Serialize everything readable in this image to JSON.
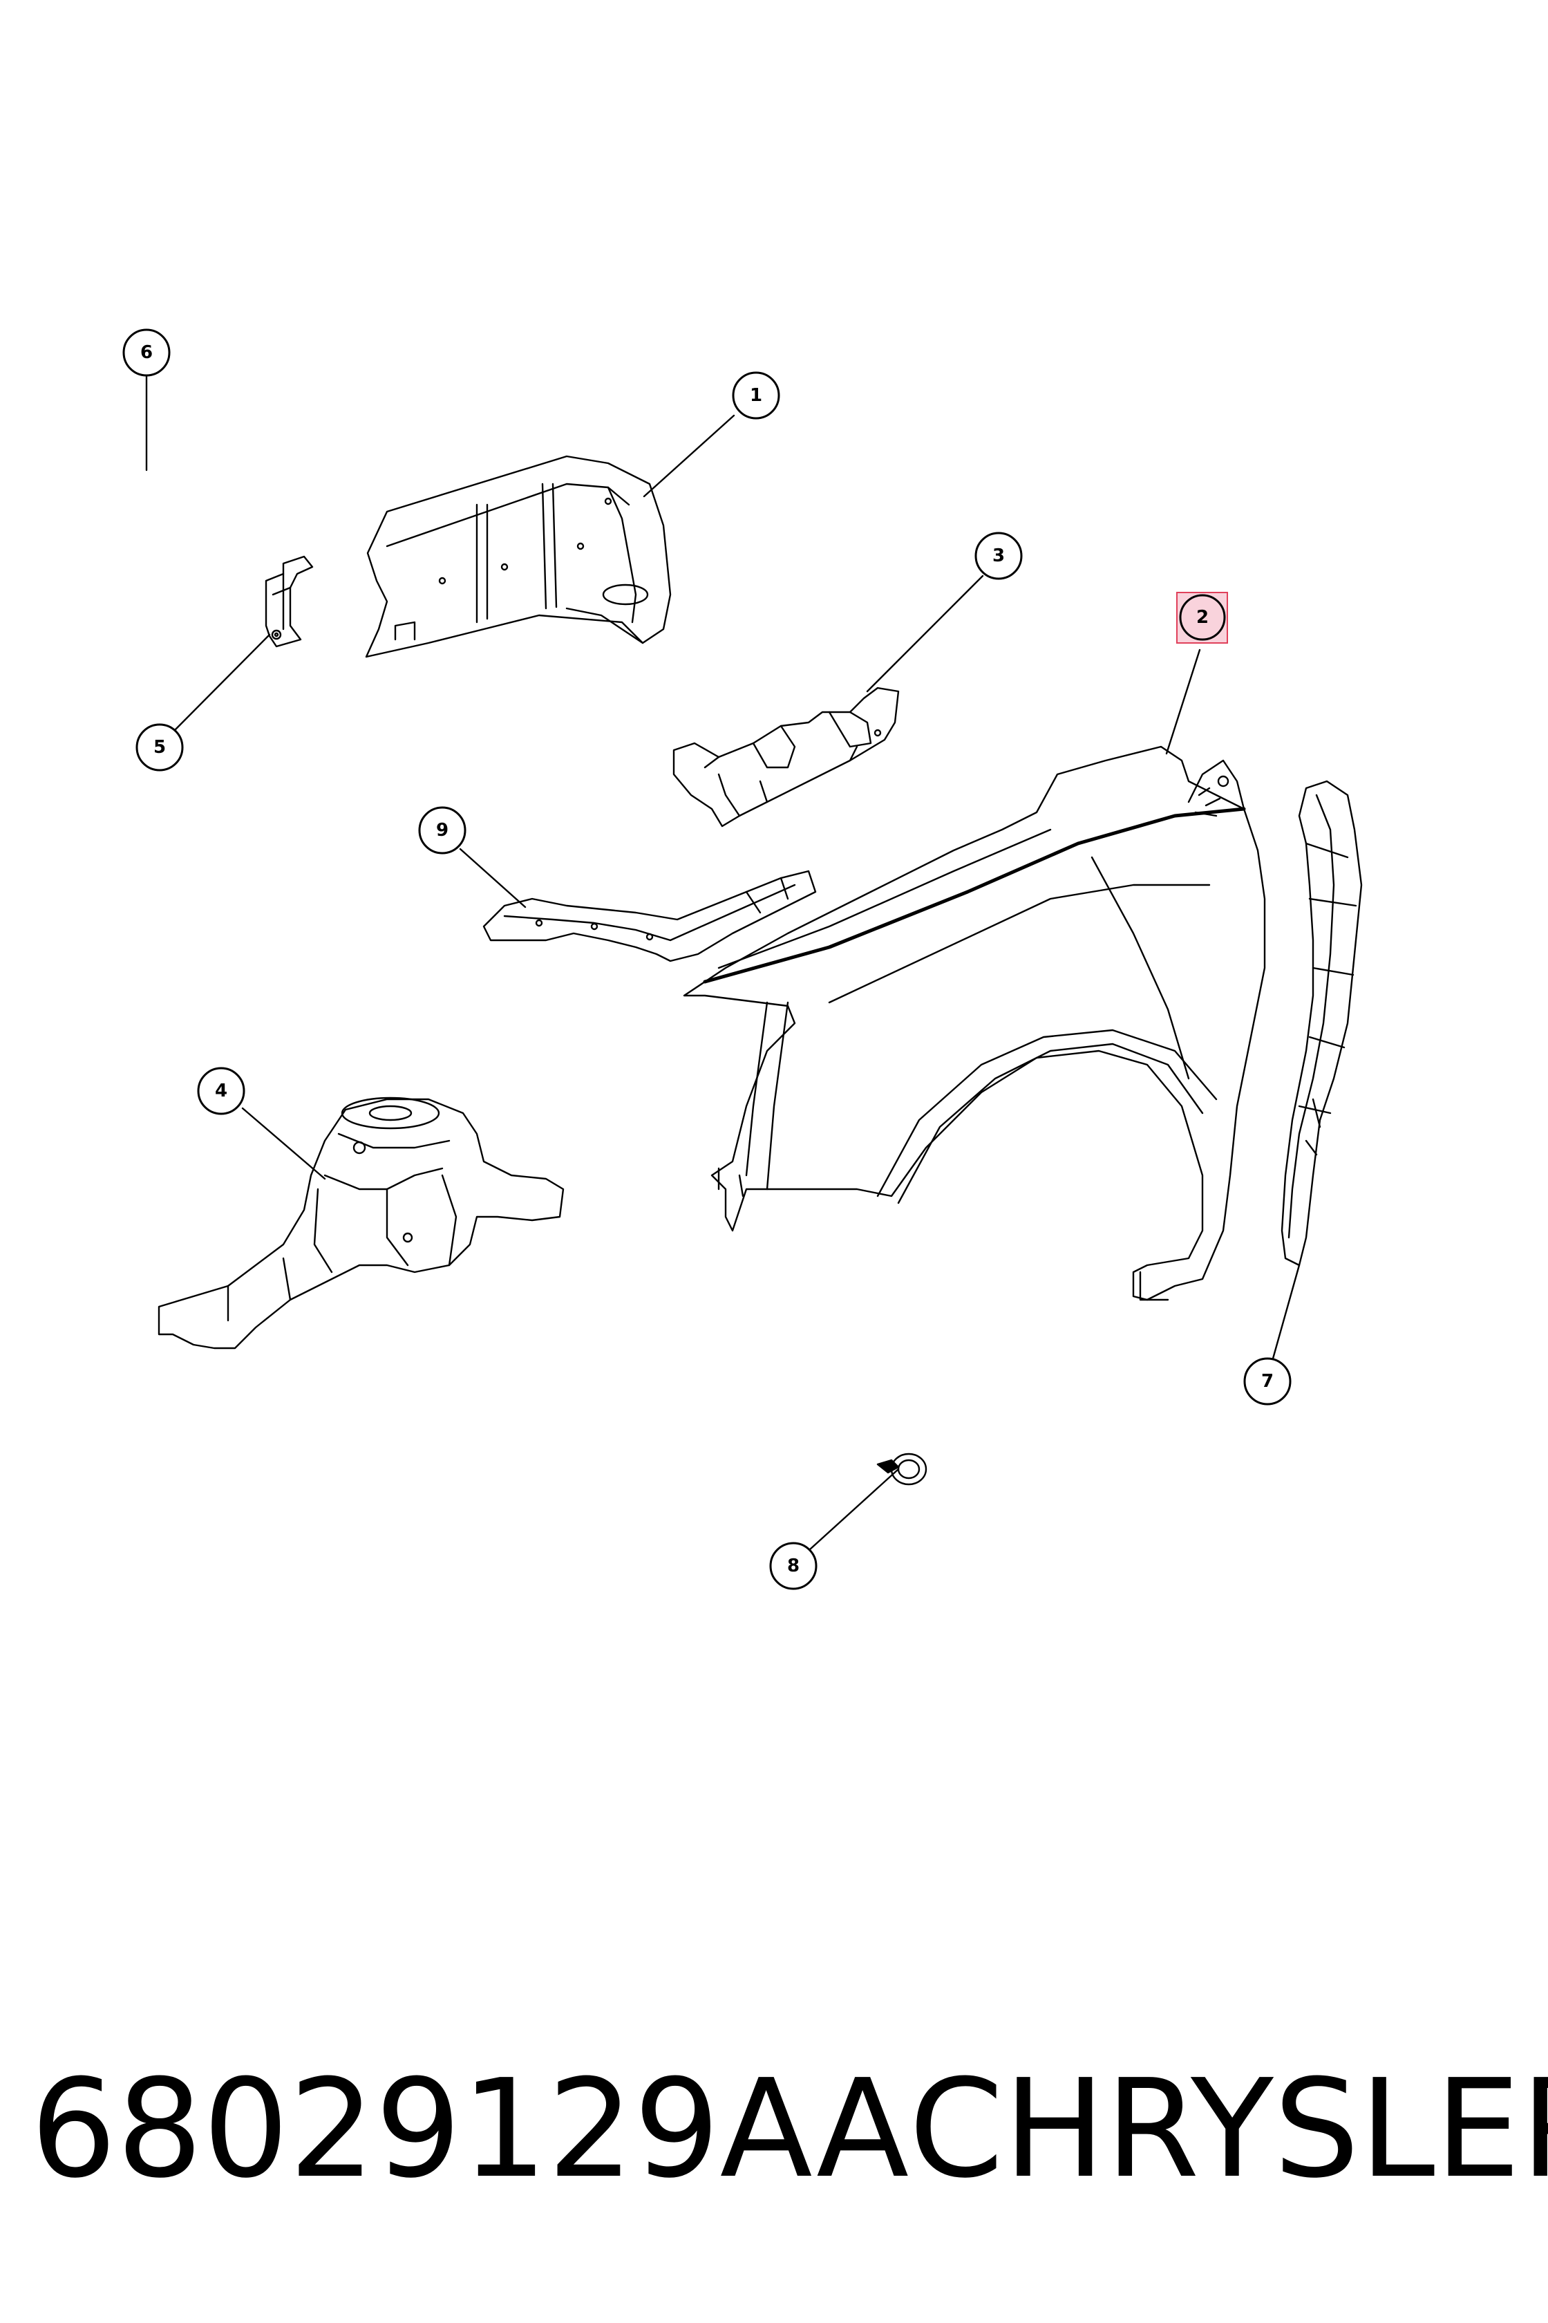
{
  "callouts": [
    {
      "id": "1",
      "label": "1"
    },
    {
      "id": "2",
      "label": "2",
      "highlighted": true
    },
    {
      "id": "3",
      "label": "3"
    },
    {
      "id": "4",
      "label": "4"
    },
    {
      "id": "5",
      "label": "5"
    },
    {
      "id": "6",
      "label": "6"
    },
    {
      "id": "7",
      "label": "7"
    },
    {
      "id": "8",
      "label": "8"
    },
    {
      "id": "9",
      "label": "9"
    }
  ],
  "caption": {
    "part_number": "68029129AA",
    "brand": "CHRYSLER"
  },
  "colors": {
    "line": "#000000",
    "highlight_fill": "#f9d3dc",
    "highlight_border": "#e0405a"
  }
}
